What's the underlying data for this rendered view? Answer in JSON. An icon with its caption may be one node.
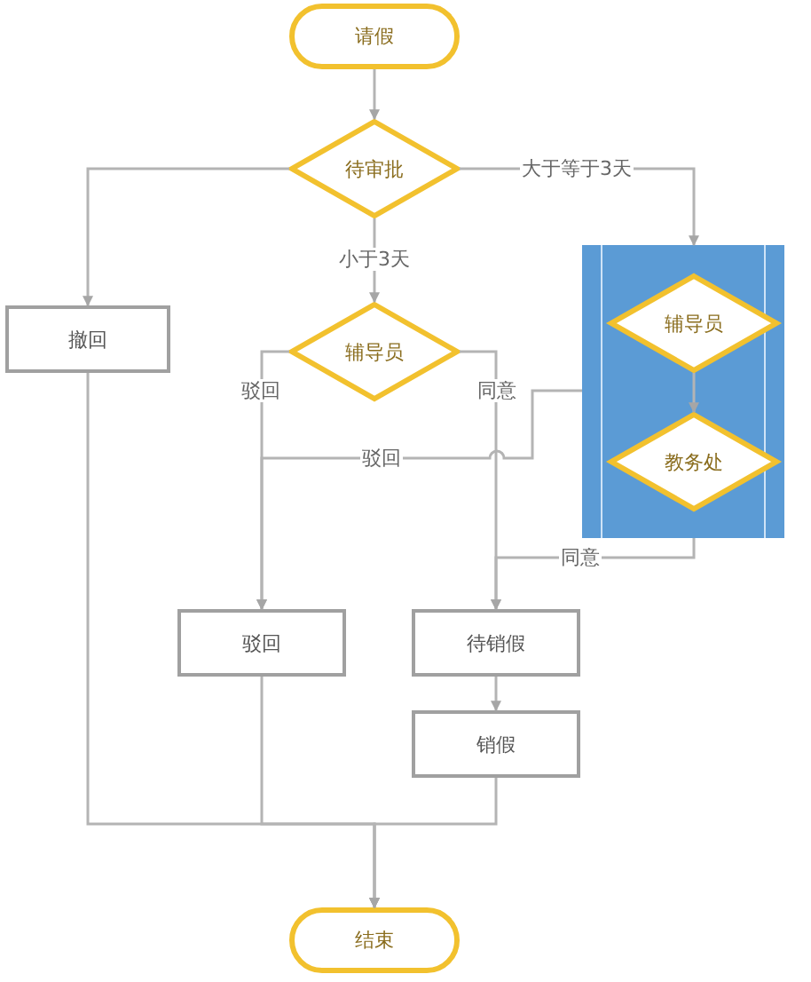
{
  "diagram": {
    "nodes": [
      {
        "text": [
          "请假"
        ]
      },
      {
        "text": [
          "待审批"
        ]
      },
      {
        "text": [
          "撤回"
        ]
      },
      {
        "text": [
          "辅导员"
        ]
      },
      {
        "text": [],
        "shape": "box"
      },
      {
        "text": [
          "辅导员"
        ],
        "in": 4
      },
      {
        "text": [
          "教务处"
        ],
        "in": 4
      },
      {
        "text": [
          "驳回"
        ]
      },
      {
        "text": [
          "待销假"
        ]
      },
      {
        "text": [
          "销假"
        ]
      },
      {
        "text": [
          "结束"
        ]
      }
    ],
    "edges": [
      {
        "from": 0,
        "to": 1,
        "arrow": "to"
      },
      {
        "from": 1,
        "to": 2,
        "arrow": "to"
      },
      {
        "from": 1,
        "to": 3,
        "arrow": "to",
        "label": "小于3天"
      },
      {
        "from": 1,
        "to": 4,
        "arrow": "to",
        "label": "大于等于3天"
      },
      {
        "from": 3,
        "to": 7,
        "arrow": "to",
        "label": "驳回"
      },
      {
        "from": 3,
        "to": 8,
        "arrow": "to",
        "label": "同意"
      },
      {
        "from": 5,
        "to": 6,
        "arrow": "to"
      },
      {
        "from": 4,
        "to": 7,
        "arrow": "to",
        "label": "驳回"
      },
      {
        "from": 4,
        "to": 8,
        "arrow": "to",
        "label": "同意"
      },
      {
        "from": 8,
        "to": 9,
        "arrow": "to"
      },
      {
        "from": 2,
        "to": 10,
        "arrow": "to"
      },
      {
        "from": 7,
        "to": 10,
        "arrow": "to"
      },
      {
        "from": 9,
        "to": 10,
        "arrow": "to"
      }
    ]
  }
}
